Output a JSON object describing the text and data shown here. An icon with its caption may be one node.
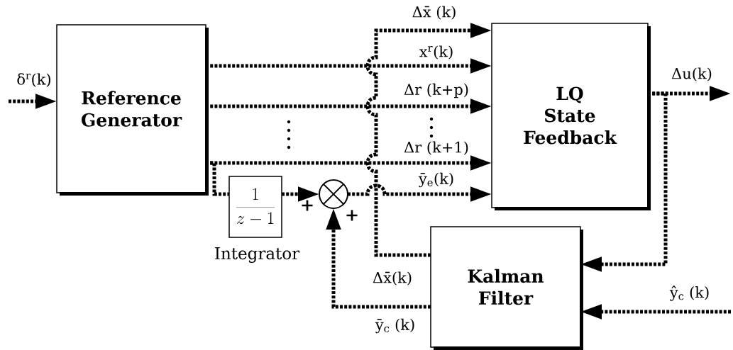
{
  "diagram": {
    "nodes": [
      {
        "text": [
          "Reference Generator"
        ]
      },
      {
        "text": [
          "LQ State Feedback"
        ]
      },
      {
        "text": [
          "\\frac{1}{z-1}"
        ],
        "beside": [
          "Integrator"
        ]
      },
      {
        "text": [],
        "shape": "circle"
      },
      {
        "text": [
          "Kalman Filter"
        ]
      }
    ],
    "edges": [
      {
        "from": null,
        "to": 0,
        "arrow": "to",
        "label": "δ$^{r}$(k)"
      },
      {
        "from": 0,
        "to": 1,
        "arrow": "to",
        "label": "x$^{r}$(k)"
      },
      {
        "from": 0,
        "to": 1,
        "arrow": "to",
        "label": "Δr (k+p)"
      },
      {
        "from": 0,
        "to": 1,
        "arrow": "to",
        "label": "Δr (k+1)"
      },
      {
        "from": 0,
        "to": 2,
        "arrow": "none"
      },
      {
        "from": 2,
        "to": 3,
        "arrow": "to"
      },
      {
        "from": 3,
        "to": 1,
        "arrow": "to",
        "label": "ȳ$_{e}$(k)"
      },
      {
        "from": 4,
        "to": 1,
        "arrow": "to",
        "label": "Δx̄ (k)"
      },
      {
        "from": 4,
        "to": 3,
        "arrow": "to",
        "label": "ȳ$_{c}$ (k)"
      },
      {
        "from": 1,
        "to": null,
        "arrow": "to",
        "label": "Δu(k)"
      },
      {
        "from": 1,
        "to": 4,
        "arrow": "to"
      },
      {
        "from": null,
        "to": 4,
        "arrow": "to",
        "label": "ŷ$_{c}$ (k)"
      }
    ],
    "labels": [
      "+",
      "+",
      "Δx̄(k)"
    ]
  }
}
